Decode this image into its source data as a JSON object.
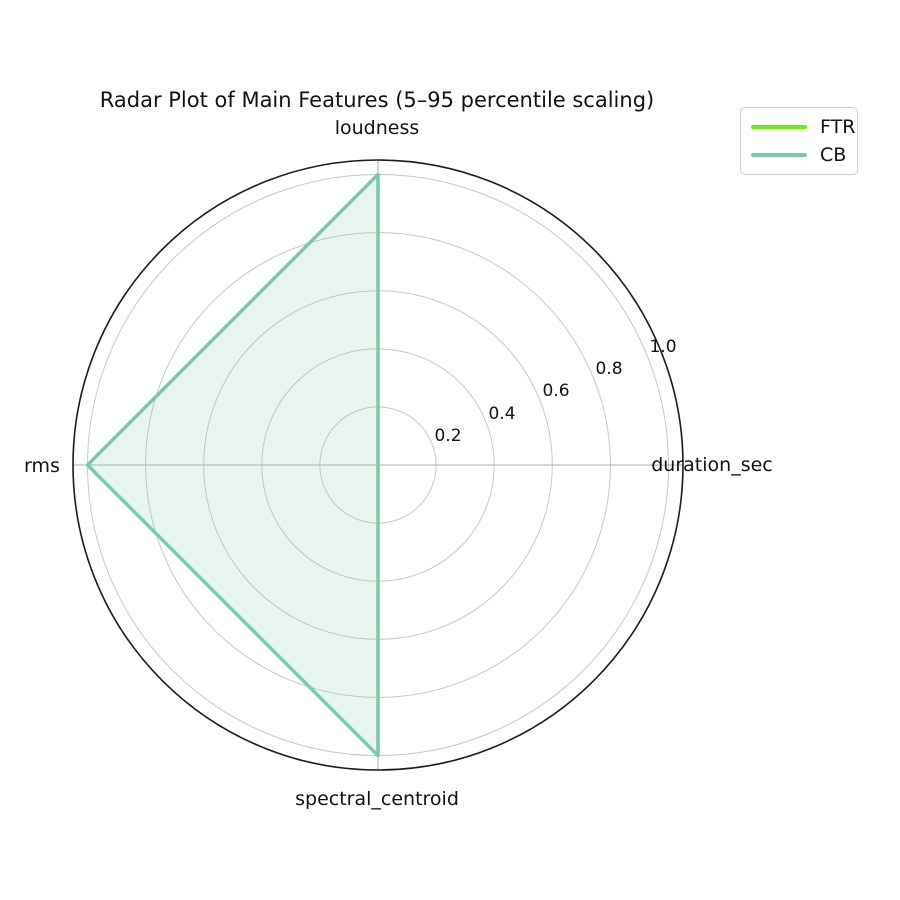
{
  "chart_data": {
    "type": "radar",
    "title": "Radar Plot of Main Features (5–95 percentile scaling)",
    "categories": [
      "duration_sec",
      "loudness",
      "rms",
      "spectral_centroid"
    ],
    "angles_deg": [
      0,
      90,
      180,
      270
    ],
    "series": [
      {
        "name": "FTR",
        "color": "#70e81f",
        "fill": "rgba(112,232,31,0.17)",
        "values": [
          0.0,
          0.0,
          0.0,
          0.0
        ]
      },
      {
        "name": "CB",
        "color": "#7cc7a6",
        "fill": "rgba(124,199,166,0.17)",
        "values": [
          0.0,
          1.0,
          1.0,
          1.0
        ]
      }
    ],
    "rticks": [
      "0.2",
      "0.4",
      "0.6",
      "0.8",
      "1.0"
    ],
    "rtick_values": [
      0.2,
      0.4,
      0.6,
      0.8,
      1.0
    ],
    "rlim": [
      0,
      1.05
    ],
    "rlabel_angle_deg": 22.5,
    "grid": true,
    "legend_position": "upper right",
    "colors": {
      "grid_circle": "#c7c7c7",
      "grid_radial": "#adadad",
      "spine": "#1a1a1a",
      "text": "#111111"
    }
  }
}
